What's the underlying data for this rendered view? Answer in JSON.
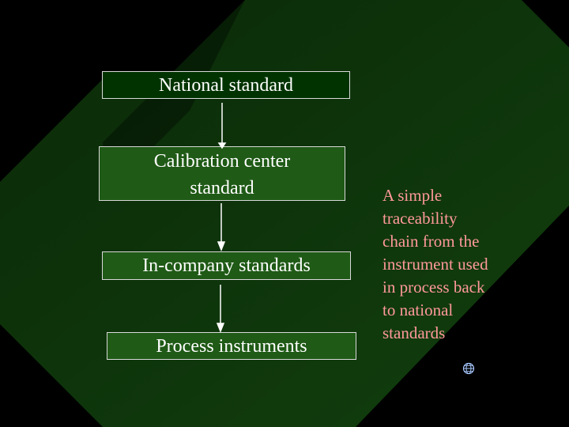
{
  "diagram": {
    "nodes": [
      {
        "id": "national",
        "label": "National standard"
      },
      {
        "id": "calib",
        "line1": "Calibration center",
        "line2": "standard"
      },
      {
        "id": "incompany",
        "label": "In-company standards"
      },
      {
        "id": "process",
        "label": "Process instruments"
      }
    ],
    "caption": {
      "lines": [
        "A simple",
        "traceability",
        "chain from the",
        "instrument used",
        "in process back",
        "to national",
        "standards"
      ]
    }
  },
  "colors": {
    "background": "#000000",
    "panel_green": "#0d3a0b",
    "box_fill": "#1f5a16",
    "caption_text": "#ff9999",
    "box_text": "#ffffff"
  },
  "icons": {
    "bottom_right": "globe-icon"
  }
}
